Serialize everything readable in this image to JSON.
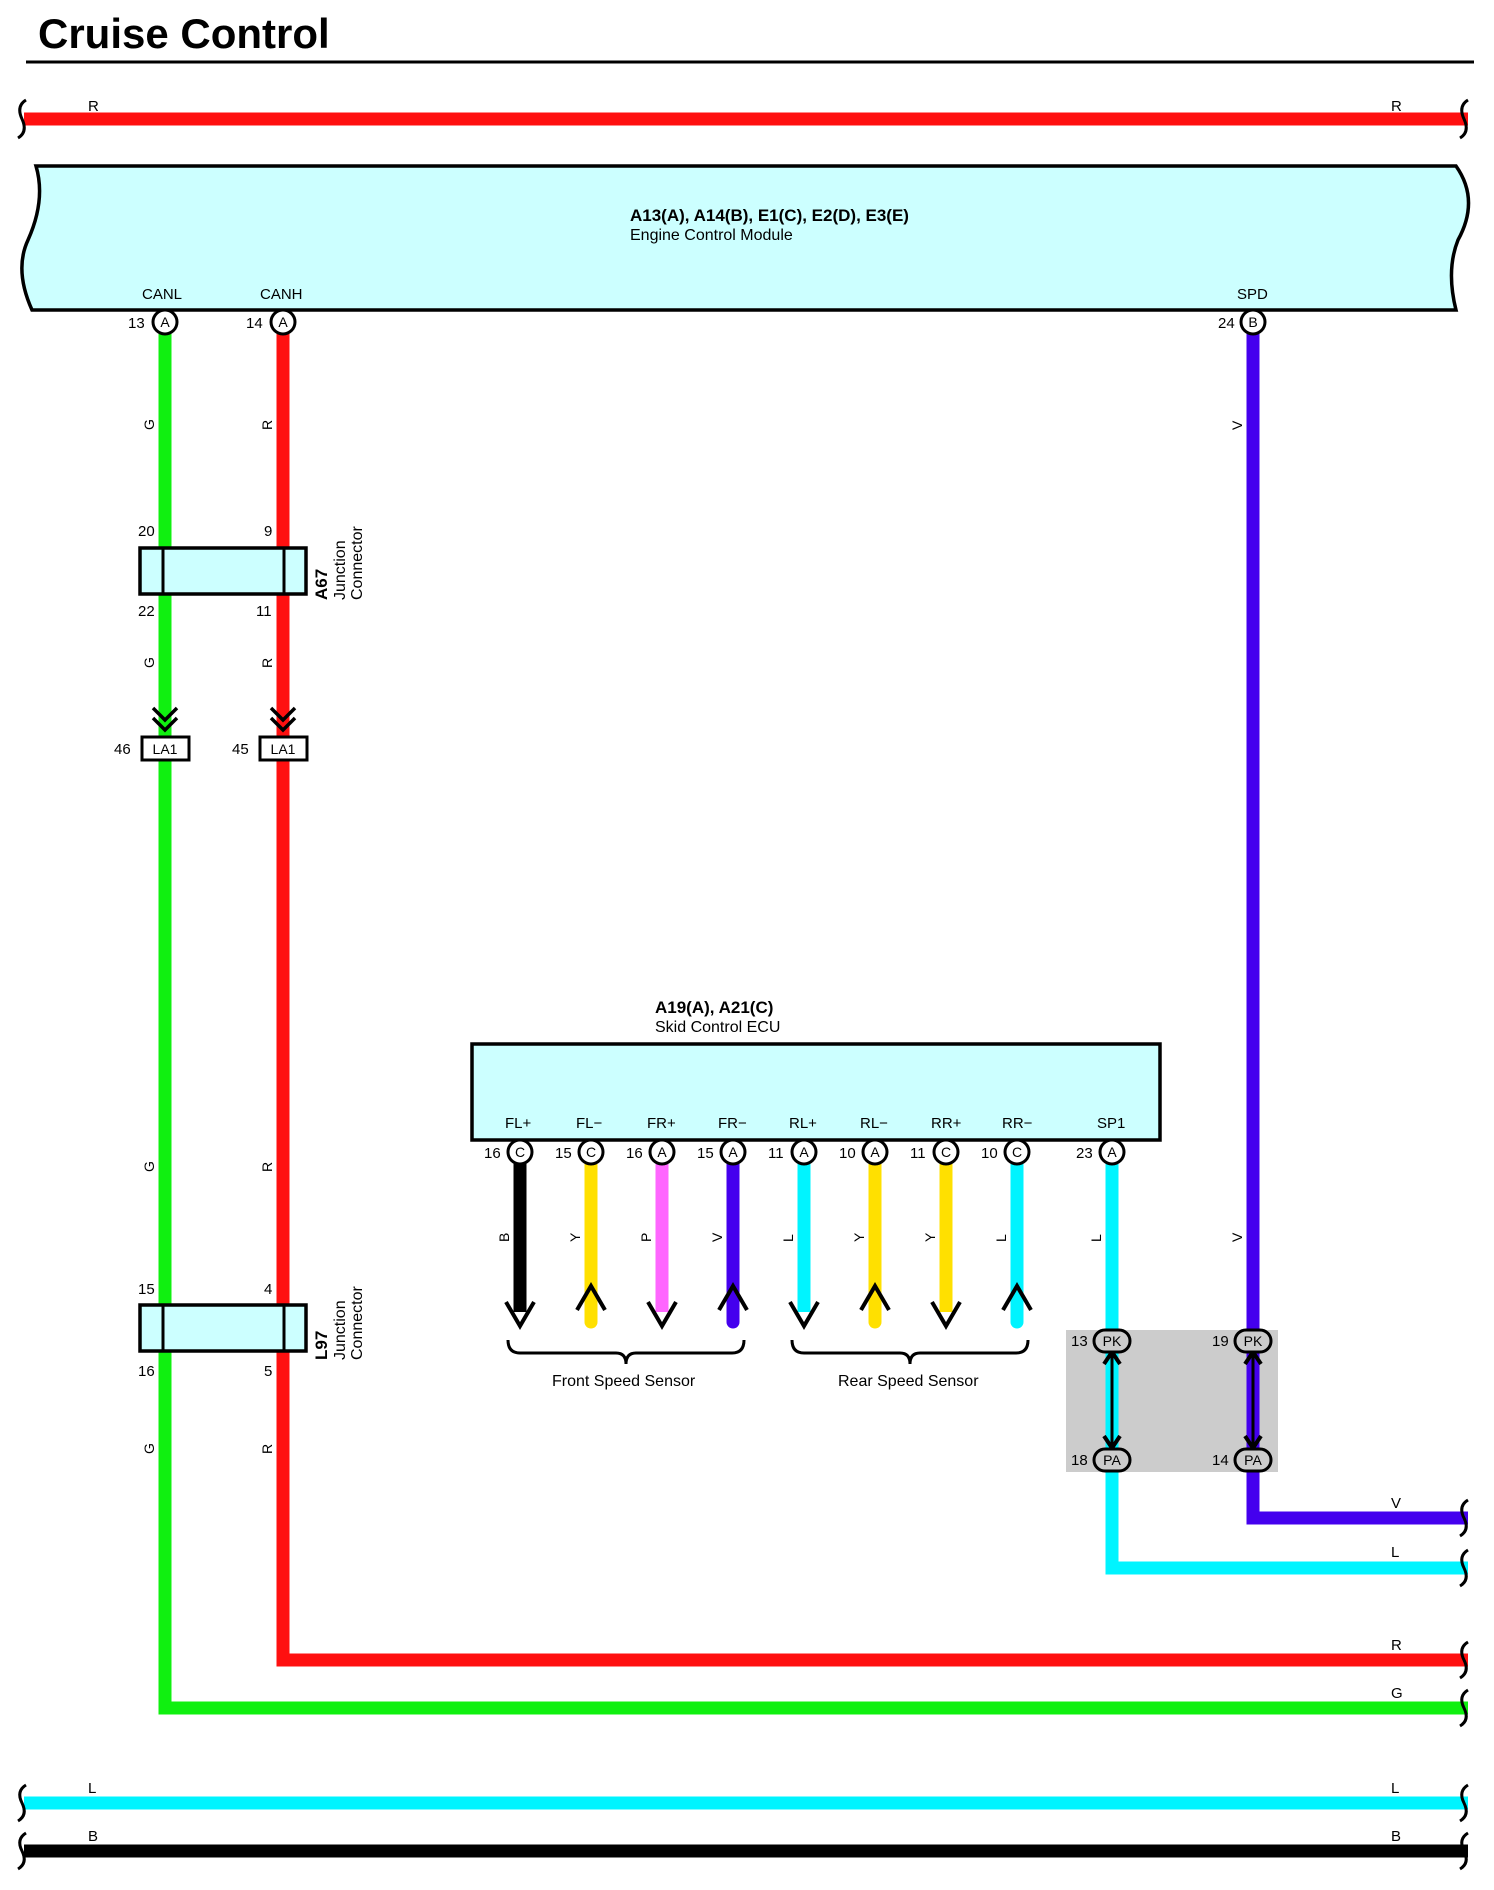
{
  "title": "Cruise Control",
  "colors": {
    "R": "#ff1010",
    "G": "#10f010",
    "V": "#4400ee",
    "L": "#00f4ff",
    "Y": "#ffe000",
    "P": "#ff66ff",
    "B": "#000000",
    "module_fill": "#ccffff",
    "splice_box": "#cccccc"
  },
  "top_bus": {
    "left_label": "R",
    "right_label": "R"
  },
  "ecm": {
    "code": "A13(A), A14(B), E1(C), E2(D), E3(E)",
    "name": "Engine Control Module",
    "pins": [
      {
        "signal": "CANL",
        "num": "13",
        "connector": "A",
        "wire_color": "G"
      },
      {
        "signal": "CANH",
        "num": "14",
        "connector": "A",
        "wire_color": "R"
      },
      {
        "signal": "SPD",
        "num": "24",
        "connector": "B",
        "wire_color": "V"
      }
    ]
  },
  "junction_a67": {
    "code": "A67",
    "name_line1": "Junction",
    "name_line2": "Connector",
    "pins_top": [
      "20",
      "9"
    ],
    "pins_bottom": [
      "22",
      "11"
    ]
  },
  "inline_la1": {
    "left": {
      "num": "46",
      "code": "LA1"
    },
    "right": {
      "num": "45",
      "code": "LA1"
    }
  },
  "wire_labels": {
    "g1": "G",
    "r1": "R",
    "v1": "V",
    "g2": "G",
    "r2": "R",
    "g3": "G",
    "r3": "R",
    "g4": "G",
    "r4": "R",
    "v2": "V"
  },
  "skid_ecu": {
    "code": "A19(A), A21(C)",
    "name": "Skid Control ECU",
    "pins": [
      {
        "signal": "FL+",
        "num": "16",
        "connector": "C",
        "wire_color": "B"
      },
      {
        "signal": "FL−",
        "num": "15",
        "connector": "C",
        "wire_color": "Y"
      },
      {
        "signal": "FR+",
        "num": "16",
        "connector": "A",
        "wire_color": "P"
      },
      {
        "signal": "FR−",
        "num": "15",
        "connector": "A",
        "wire_color": "V"
      },
      {
        "signal": "RL+",
        "num": "11",
        "connector": "A",
        "wire_color": "L"
      },
      {
        "signal": "RL−",
        "num": "10",
        "connector": "A",
        "wire_color": "Y"
      },
      {
        "signal": "RR+",
        "num": "11",
        "connector": "C",
        "wire_color": "Y"
      },
      {
        "signal": "RR−",
        "num": "10",
        "connector": "C",
        "wire_color": "L"
      },
      {
        "signal": "SP1",
        "num": "23",
        "connector": "A",
        "wire_color": "L"
      }
    ]
  },
  "sensors": {
    "front": "Front Speed Sensor",
    "rear": "Rear Speed Sensor"
  },
  "junction_l97": {
    "code": "L97",
    "name_line1": "Junction",
    "name_line2": "Connector",
    "pins_top": [
      "15",
      "4"
    ],
    "pins_bottom": [
      "16",
      "5"
    ]
  },
  "pk_pa": {
    "left_top": {
      "num": "13",
      "code": "PK"
    },
    "right_top": {
      "num": "19",
      "code": "PK"
    },
    "left_bottom": {
      "num": "18",
      "code": "PA"
    },
    "right_bottom": {
      "num": "14",
      "code": "PA"
    }
  },
  "right_exits": {
    "v": "V",
    "l": "L",
    "r": "R",
    "g": "G"
  },
  "bottom_bus": {
    "l_left": "L",
    "l_right": "L",
    "b_left": "B",
    "b_right": "B"
  }
}
